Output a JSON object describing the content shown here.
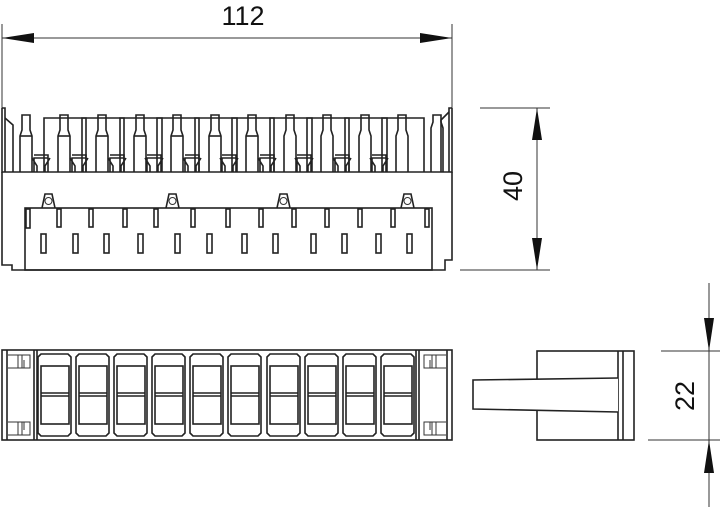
{
  "drawing": {
    "type": "technical-drawing",
    "subject": "terminal block connector, three orthographic views",
    "views": [
      "front-view",
      "bottom-view",
      "side-view"
    ],
    "dimensions": {
      "width": {
        "value": "112",
        "orientation": "horizontal"
      },
      "height": {
        "value": "40",
        "orientation": "vertical"
      },
      "depth": {
        "value": "22",
        "orientation": "vertical"
      }
    },
    "pin_count": 10,
    "line_color": "#222222",
    "background": "#ffffff"
  }
}
